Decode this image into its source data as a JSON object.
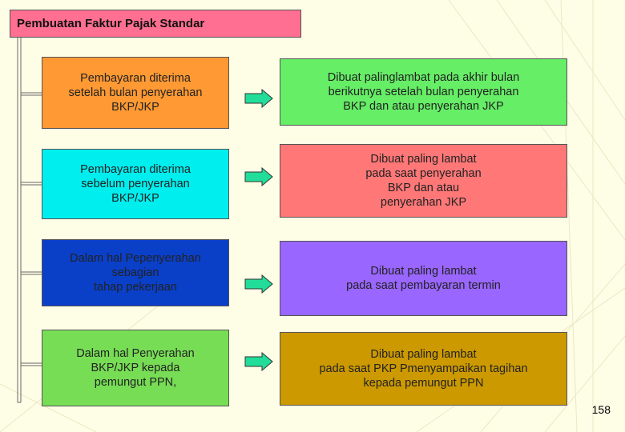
{
  "title": "Pembuatan Faktur Pajak Standar",
  "rows": [
    {
      "condition": "Pembayaran diterima\nsetelah bulan penyerahan\nBKP/JKP",
      "deadline": "Dibuat palinglambat pada akhir bulan\nberikutnya setelah bulan penyerahan\nBKP dan atau penyerahan JKP",
      "condition_color": "#ff9933",
      "deadline_color": "#66ee66"
    },
    {
      "condition": "Pembayaran diterima\nsebelum penyerahan\nBKP/JKP",
      "deadline": "Dibuat paling lambat\npada saat penyerahan\nBKP dan atau\npenyerahan JKP",
      "condition_color": "#00eeee",
      "deadline_color": "#ff7777"
    },
    {
      "condition": "Dalam hal Pepenyerahan\nsebagian\ntahap pekerjaan",
      "deadline": "Dibuat paling lambat\npada saat pembayaran termin",
      "condition_color": "#0a3fc8",
      "deadline_color": "#9966ff"
    },
    {
      "condition": "Dalam hal Penyerahan\nBKP/JKP kepada\npemungut PPN,",
      "deadline": "Dibuat paling lambat\npada saat PKP Pmenyampaikan tagihan\nkepada pemungut PPN",
      "condition_color": "#77dd55",
      "deadline_color": "#cc9900"
    }
  ],
  "page_number": "158",
  "colors": {
    "title_bg": "#ff6f91",
    "arrow_fill": "#22dd99",
    "background": "#fefde6"
  }
}
